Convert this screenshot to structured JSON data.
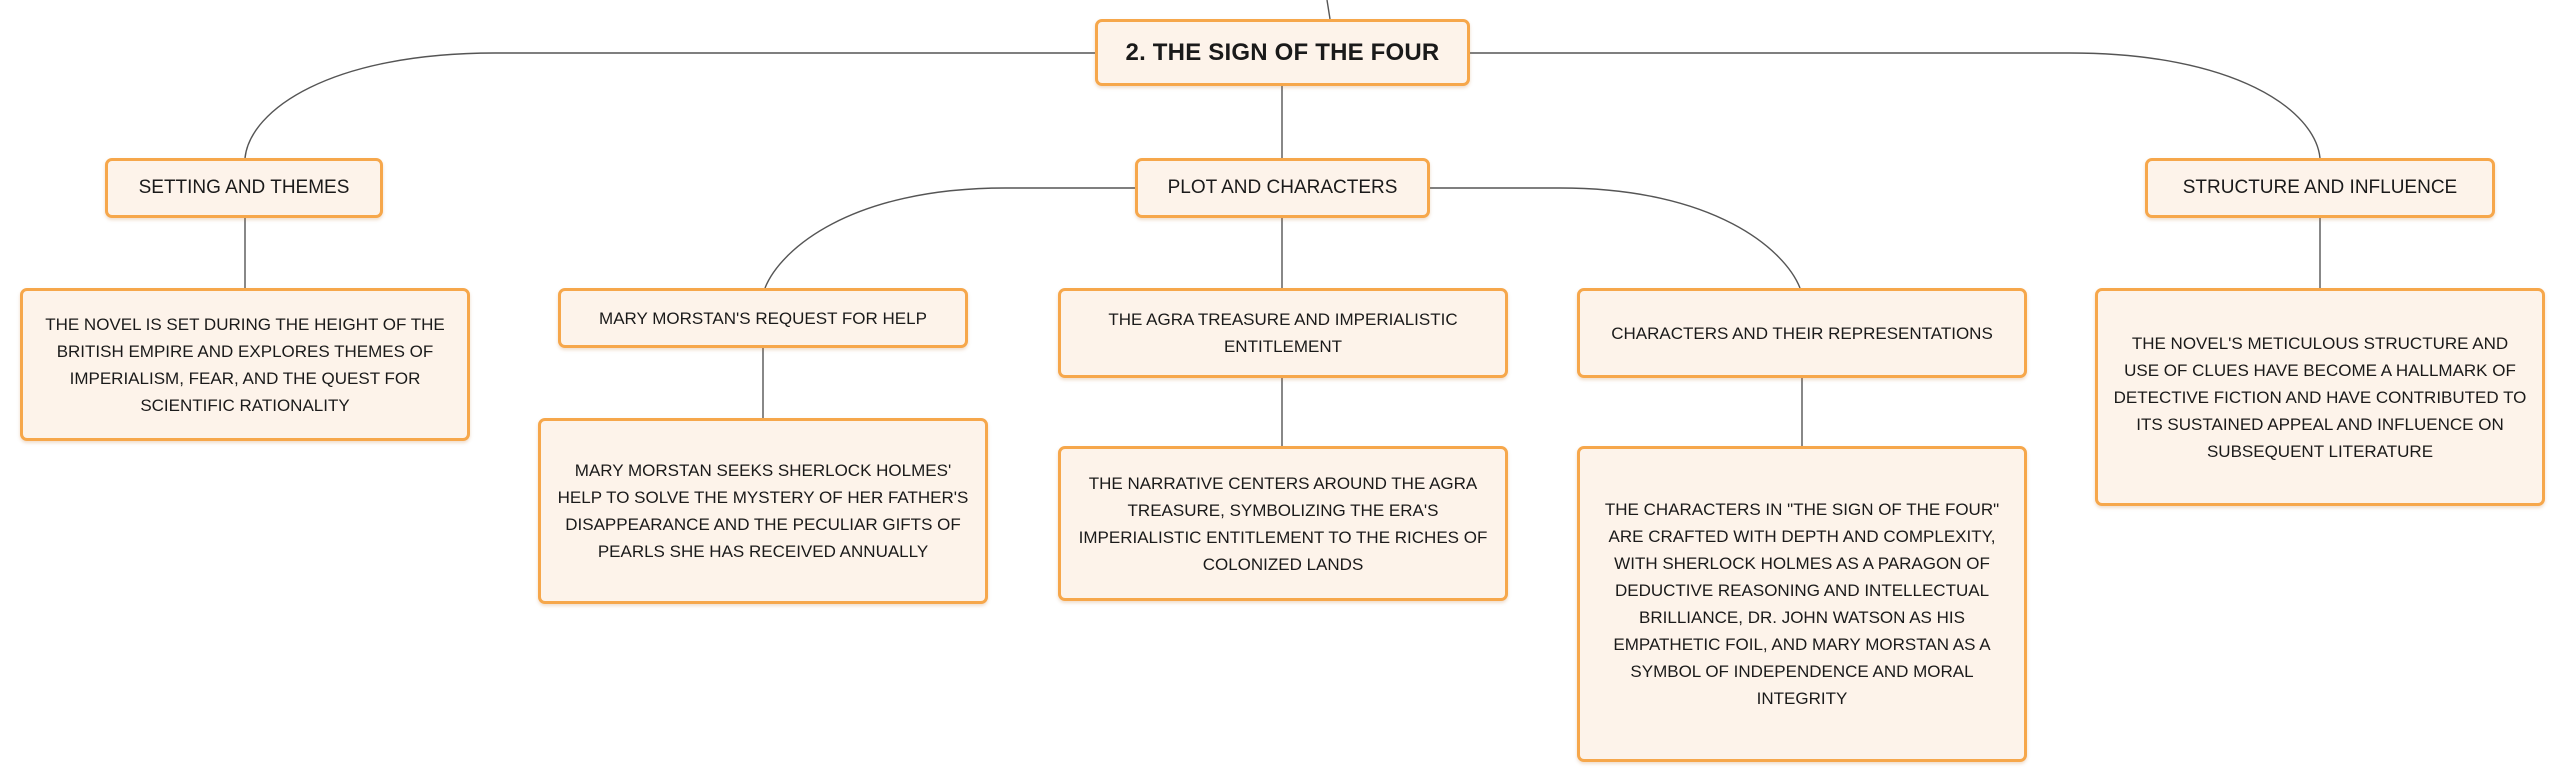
{
  "mindmap": {
    "root": "2. THE SIGN OF THE FOUR",
    "setting": {
      "label": "SETTING AND THEMES",
      "detail": "THE NOVEL IS SET DURING THE HEIGHT OF THE BRITISH EMPIRE AND EXPLORES THEMES OF IMPERIALISM, FEAR, AND THE QUEST FOR SCIENTIFIC RATIONALITY"
    },
    "plot": {
      "label": "PLOT AND CHARACTERS",
      "children": [
        {
          "label": "MARY MORSTAN'S REQUEST FOR HELP",
          "detail": "MARY MORSTAN SEEKS SHERLOCK HOLMES' HELP TO SOLVE THE MYSTERY OF HER FATHER'S DISAPPEARANCE AND THE PECULIAR GIFTS OF PEARLS SHE HAS RECEIVED ANNUALLY"
        },
        {
          "label": "THE AGRA TREASURE AND IMPERIALISTIC ENTITLEMENT",
          "detail": "THE NARRATIVE CENTERS AROUND THE AGRA TREASURE, SYMBOLIZING THE ERA'S IMPERIALISTIC ENTITLEMENT TO THE RICHES OF COLONIZED LANDS"
        },
        {
          "label": "CHARACTERS AND THEIR REPRESENTATIONS",
          "detail": "THE CHARACTERS IN \"THE SIGN OF THE FOUR\" ARE CRAFTED WITH DEPTH AND COMPLEXITY, WITH SHERLOCK HOLMES AS A PARAGON OF DEDUCTIVE REASONING AND INTELLECTUAL BRILLIANCE, DR. JOHN WATSON AS HIS EMPATHETIC FOIL, AND MARY MORSTAN AS A SYMBOL OF INDEPENDENCE AND MORAL INTEGRITY"
        }
      ]
    },
    "structure": {
      "label": "STRUCTURE AND INFLUENCE",
      "detail": "THE NOVEL'S METICULOUS STRUCTURE AND USE OF CLUES HAVE BECOME A HALLMARK OF DETECTIVE FICTION AND HAVE CONTRIBUTED TO ITS SUSTAINED APPEAL AND INFLUENCE ON SUBSEQUENT LITERATURE"
    }
  },
  "colors": {
    "node_fill": "#fdf3ea",
    "node_border": "#f6a74b",
    "connector": "#555555"
  }
}
